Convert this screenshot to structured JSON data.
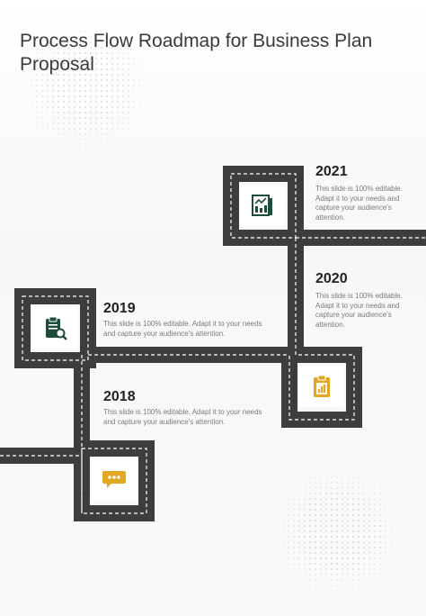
{
  "title": "Process Flow Roadmap  for Business Plan Proposal",
  "milestones": [
    {
      "year": "2021",
      "description": "This slide is 100% editable.  Adapt it to your needs and capture your audience's attention.",
      "icon": "report-icon",
      "icon_color": "#1f4d3a"
    },
    {
      "year": "2020",
      "description": "This slide is 100% editable.  Adapt it to your needs and capture your audience's attention.",
      "icon": "clipboard-chart-icon",
      "icon_color": "#e3a823"
    },
    {
      "year": "2019",
      "description": "This slide is 100% editable.  Adapt it to your needs and capture your audience's attention.",
      "icon": "clipboard-search-icon",
      "icon_color": "#1f4d3a"
    },
    {
      "year": "2018",
      "description": "This slide is 100% editable.  Adapt it to your needs and capture your audience's attention.",
      "icon": "chat-bubble-icon",
      "icon_color": "#e3a823"
    }
  ],
  "colors": {
    "road": "#3d3d3d",
    "road_dash": "#ffffff",
    "title": "#3a3a3a"
  }
}
